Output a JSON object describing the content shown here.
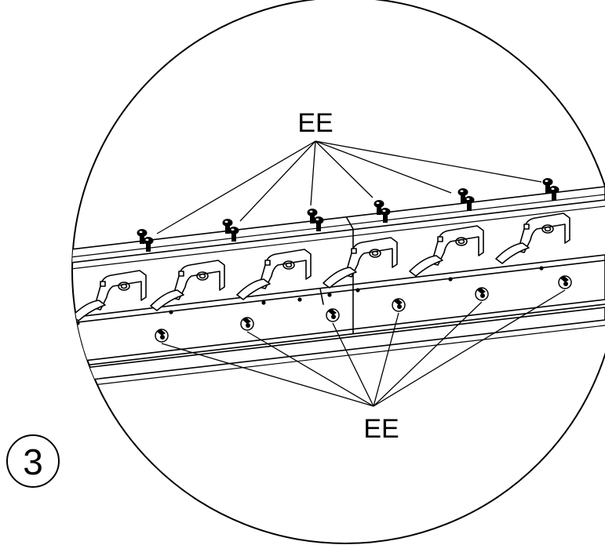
{
  "figure": {
    "top_label": "EE",
    "bottom_label": "EE",
    "step_number": "3"
  },
  "colors": {
    "ink": "#000000",
    "paper": "#ffffff"
  },
  "parts": {
    "top_fastener_count": 6,
    "bottom_fastener_count": 6,
    "bracket_count": 6
  }
}
